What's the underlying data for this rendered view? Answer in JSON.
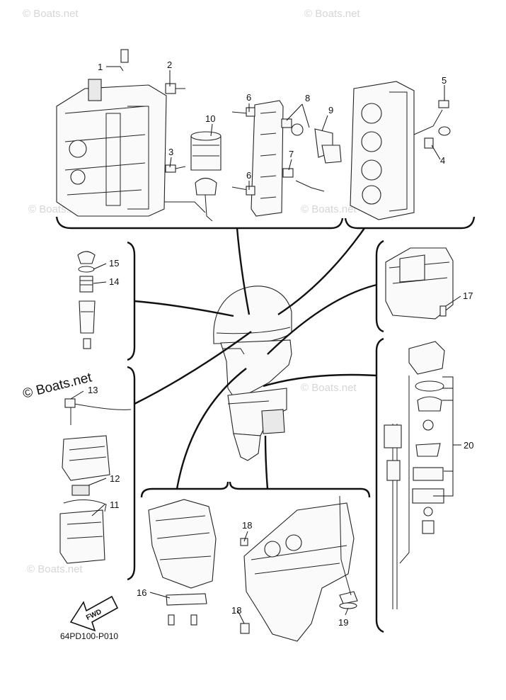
{
  "watermark": {
    "text": "© Boats.net",
    "main_text": "© Boats.net"
  },
  "diagram": {
    "code": "64PD100-P010",
    "fwd_label": "FWD"
  },
  "callouts": [
    {
      "id": "c1",
      "label": "1"
    },
    {
      "id": "c2",
      "label": "2"
    },
    {
      "id": "c3",
      "label": "3"
    },
    {
      "id": "c4",
      "label": "4"
    },
    {
      "id": "c5",
      "label": "5"
    },
    {
      "id": "c6a",
      "label": "6"
    },
    {
      "id": "c6b",
      "label": "6"
    },
    {
      "id": "c7",
      "label": "7"
    },
    {
      "id": "c8",
      "label": "8"
    },
    {
      "id": "c9",
      "label": "9"
    },
    {
      "id": "c10",
      "label": "10"
    },
    {
      "id": "c11",
      "label": "11"
    },
    {
      "id": "c12",
      "label": "12"
    },
    {
      "id": "c13",
      "label": "13"
    },
    {
      "id": "c14",
      "label": "14"
    },
    {
      "id": "c15",
      "label": "15"
    },
    {
      "id": "c16",
      "label": "16"
    },
    {
      "id": "c17",
      "label": "17"
    },
    {
      "id": "c18a",
      "label": "18"
    },
    {
      "id": "c18b",
      "label": "18"
    },
    {
      "id": "c19",
      "label": "19"
    },
    {
      "id": "c20",
      "label": "20"
    }
  ]
}
